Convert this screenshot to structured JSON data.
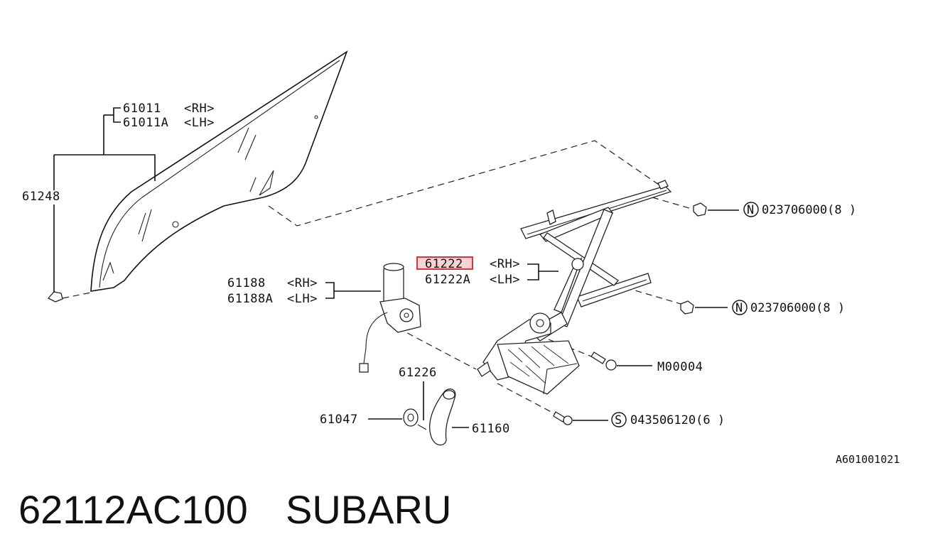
{
  "labels": {
    "glass_rh": "61011",
    "glass_rh_side": "<RH>",
    "glass_lh": "61011A",
    "glass_lh_side": "<LH>",
    "glass_seal": "61248",
    "motor_rh": "61188",
    "motor_rh_side": "<RH>",
    "motor_lh": "61188A",
    "motor_lh_side": "<LH>",
    "regulator_rh": "61222",
    "regulator_rh_side": "<RH>",
    "regulator_lh": "61222A",
    "regulator_lh_side": "<LH>",
    "bracket": "61226",
    "washer": "61047",
    "handle": "61160",
    "bolt": "M00004",
    "nut_upper_symbol": "N",
    "nut_upper_code": "023706000(8 )",
    "nut_lower_symbol": "N",
    "nut_lower_code": "023706000(8 )",
    "screw_symbol": "S",
    "screw_code": "043506120(6 )"
  },
  "highlight_color": "#e0323a",
  "diagram_ref": "A601001021",
  "title": {
    "part_number": "62112AC100",
    "brand": "SUBARU"
  }
}
